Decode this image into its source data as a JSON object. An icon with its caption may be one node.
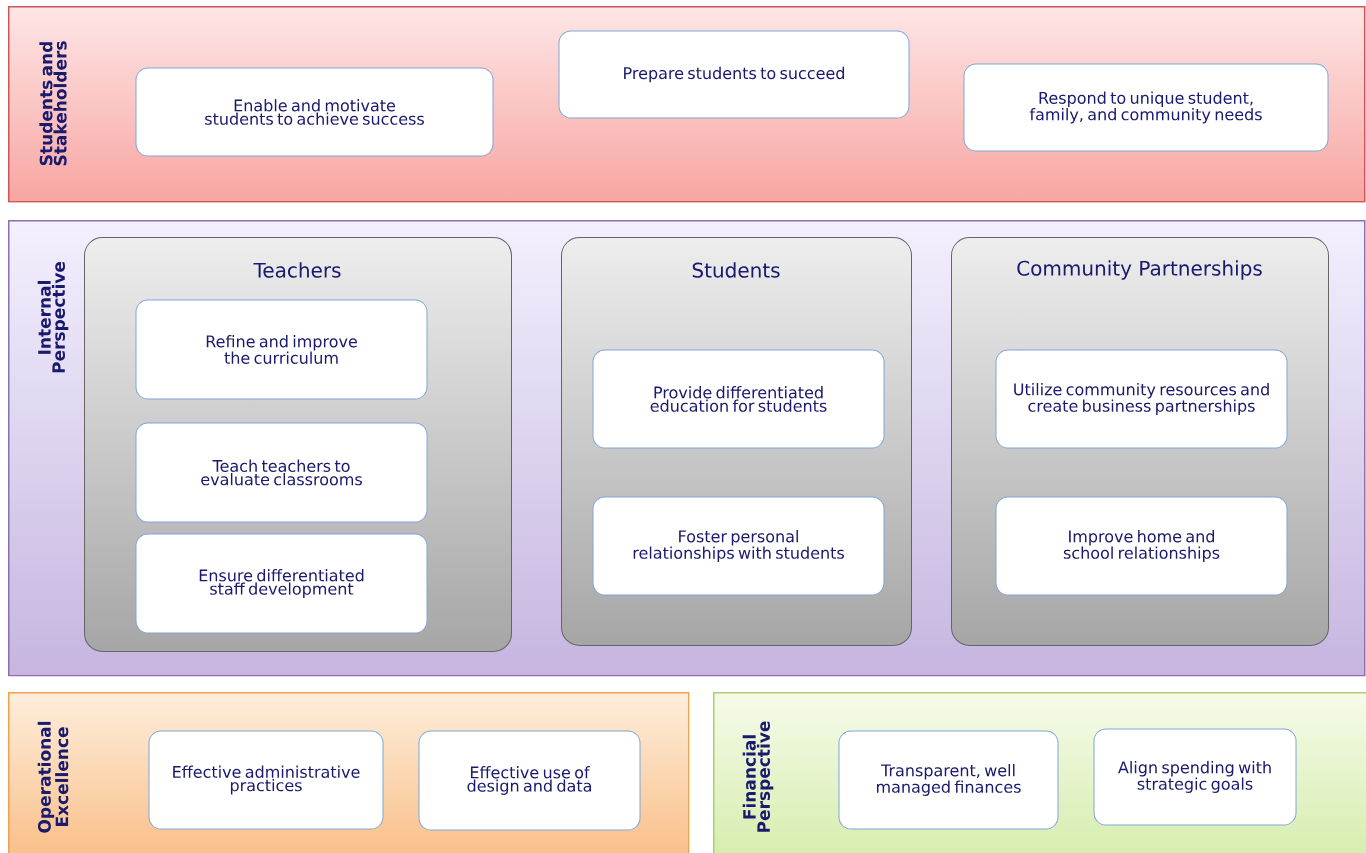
{
  "diagram": {
    "nodes": [
      {
        "text": [
          "Students and Stakeholders"
        ]
      },
      {
        "text": [
          "Enable and motivate students to achieve success"
        ],
        "in": 0
      },
      {
        "text": [
          "Prepare students to succeed"
        ],
        "in": 0
      },
      {
        "text": [
          "Respond to unique student, family, and community needs"
        ],
        "in": 0
      },
      {
        "text": [
          "Internal Perspective"
        ]
      },
      {
        "text": [
          "Teachers"
        ],
        "in": 4
      },
      {
        "text": [
          "Refine and improve the curriculum"
        ],
        "in": 5
      },
      {
        "text": [
          "Teach teachers to evaluate classrooms"
        ],
        "in": 5
      },
      {
        "text": [
          "Ensure differentiated staff development"
        ],
        "in": 5
      },
      {
        "text": [
          "Students"
        ],
        "in": 4
      },
      {
        "text": [
          "Provide differentiated education for students"
        ],
        "in": 9
      },
      {
        "text": [
          "Foster personal relationships with students"
        ],
        "in": 9
      },
      {
        "text": [
          "Community Partnerships"
        ],
        "in": 4
      },
      {
        "text": [
          "Utilize community resources and create business partnerships"
        ],
        "in": 12
      },
      {
        "text": [
          "Improve home and school relationships"
        ],
        "in": 12
      },
      {
        "text": [
          "Operational Excellence"
        ]
      },
      {
        "text": [
          "Effective administrative practices"
        ],
        "in": 15
      },
      {
        "text": [
          "Effective use of design and data"
        ],
        "in": 15
      },
      {
        "text": [
          "Financial Perspective"
        ]
      },
      {
        "text": [
          "Transparent, well managed finances"
        ],
        "in": 18
      },
      {
        "text": [
          "Align spending with strategic goals"
        ],
        "in": 18
      }
    ]
  }
}
